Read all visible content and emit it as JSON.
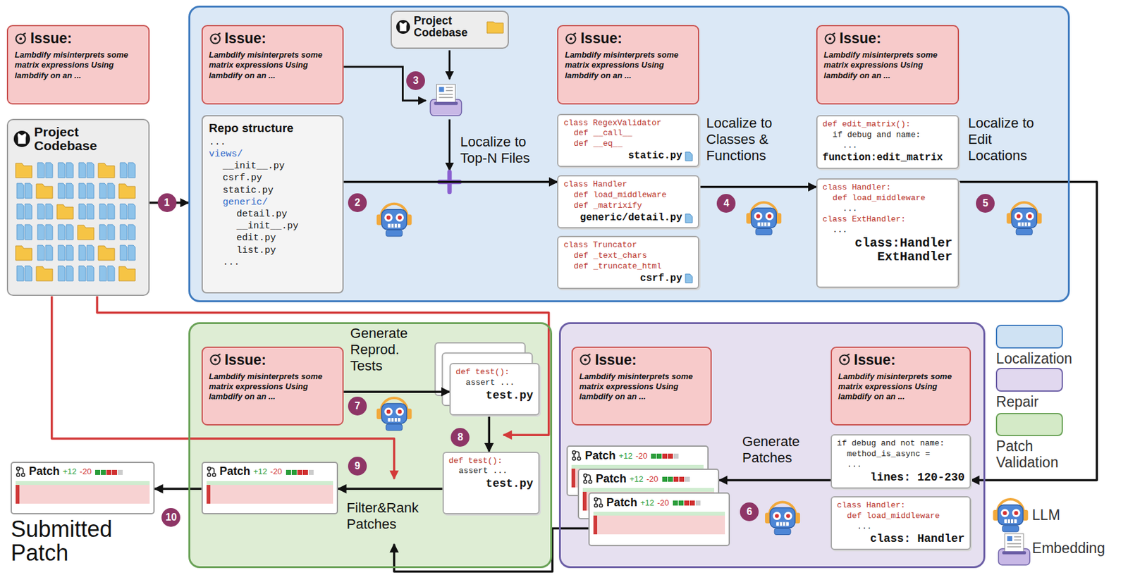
{
  "diagram": {
    "nodes": [
      {
        "text": [
          "Issue:",
          "Lambdify misinterprets some matrix expressions Using lambdify on an ..."
        ]
      },
      {
        "text": [
          "Project Codebase"
        ]
      },
      {
        "text": []
      },
      {
        "text": [
          "Issue:",
          "Lambdify misinterprets some matrix expressions Using lambdify on an ..."
        ],
        "in": 2
      },
      {
        "text": [
          "Project Codebase"
        ],
        "in": 2
      },
      {
        "text": [
          "Repo structure",
          "...",
          "views/",
          "__init__.py",
          "csrf.py",
          "static.py",
          "generic/",
          "detail.py",
          "__init__.py",
          "edit.py",
          "list.py",
          "..."
        ],
        "in": 2
      },
      {
        "text": [
          "Issue:",
          "Lambdify misinterprets some matrix expressions Using lambdify on an ..."
        ],
        "in": 2
      },
      {
        "text": [
          "class RegexValidator",
          "def __call__",
          "def __eq__",
          "static.py"
        ],
        "in": 2
      },
      {
        "text": [
          "class Handler",
          "def load_middleware",
          "def _matrixify",
          "generic/detail.py"
        ],
        "in": 2
      },
      {
        "text": [
          "class Truncator",
          "def _text_chars",
          "def _truncate_html",
          "csrf.py"
        ],
        "in": 2
      },
      {
        "text": [
          "Issue:",
          "Lambdify misinterprets some matrix expressions Using lambdify on an ..."
        ],
        "in": 2
      },
      {
        "text": [
          "def edit_matrix():",
          "if debug and name:",
          "...",
          "function:edit_matrix"
        ],
        "in": 2
      },
      {
        "text": [
          "class Handler:",
          "def load_middleware",
          "...",
          "class ExtHandler:",
          "...",
          "class:Handler ExtHandler"
        ],
        "in": 2
      },
      {
        "text": []
      },
      {
        "text": [
          "Issue:",
          "Lambdify misinterprets some matrix expressions Using lambdify on an ..."
        ],
        "in": 13
      },
      {
        "text": [
          "def test():",
          "assert ...",
          "test.py"
        ],
        "in": 13
      },
      {
        "text": [
          "def test():",
          "assert ...",
          "test.py"
        ],
        "in": 13
      },
      {
        "text": [
          "Patch",
          "+12",
          "-20"
        ],
        "in": 13
      },
      {
        "text": []
      },
      {
        "text": [
          "Issue:",
          "Lambdify misinterprets some matrix expressions Using lambdify on an ..."
        ],
        "in": 18
      },
      {
        "text": [
          "Issue:",
          "Lambdify misinterprets some matrix expressions Using lambdify on an ..."
        ],
        "in": 18
      },
      {
        "text": [
          "Patch",
          "+12",
          "-20"
        ],
        "in": 18
      },
      {
        "text": [
          "Patch",
          "+12",
          "-20"
        ],
        "in": 18
      },
      {
        "text": [
          "Patch",
          "+12",
          "-20"
        ],
        "in": 18
      },
      {
        "text": [
          "if debug and not name:",
          "method_is_async =",
          "...",
          "lines: 120-230"
        ],
        "in": 18
      },
      {
        "text": [
          "class Handler:",
          "def load_middleware",
          "...",
          "class: Handler"
        ],
        "in": 18
      },
      {
        "text": [
          "Patch",
          "+12",
          "-20"
        ]
      }
    ],
    "edges": [
      {
        "from": 1,
        "to": 2,
        "arrow": "to"
      },
      {
        "from": 5,
        "to": 8,
        "arrow": "to"
      },
      {
        "from": 8,
        "to": 12,
        "arrow": "to"
      },
      {
        "from": 12,
        "to": 24,
        "arrow": "to"
      },
      {
        "from": 24,
        "to": 22,
        "arrow": "to"
      },
      {
        "from": 23,
        "to": 17,
        "arrow": "to"
      },
      {
        "from": 14,
        "to": 15,
        "arrow": "to"
      },
      {
        "from": 15,
        "to": 16,
        "arrow": "to"
      },
      {
        "from": 1,
        "to": 16,
        "arrow": "to"
      },
      {
        "from": 1,
        "to": 17,
        "arrow": "to"
      },
      {
        "from": 16,
        "to": 17,
        "arrow": "to"
      },
      {
        "from": 17,
        "to": 26,
        "arrow": "to"
      }
    ],
    "labels": [
      "Localize to Top-N Files",
      "Localize to Classes & Functions",
      "Localize to Edit Locations",
      "Generate Patches",
      "Generate Reprod. Tests",
      "Filter&Rank Patches",
      "Submitted Patch",
      "1",
      "2",
      "3",
      "4",
      "5",
      "6",
      "7",
      "8",
      "9",
      "10"
    ],
    "legend": [
      {
        "text": "Localization",
        "color": "#cfe2f3"
      },
      {
        "text": "Repair",
        "color": "#e1d8ef"
      },
      {
        "text": "Patch Validation",
        "color": "#d4eac7"
      },
      {
        "text": "LLM"
      },
      {
        "text": "Embedding"
      }
    ]
  }
}
